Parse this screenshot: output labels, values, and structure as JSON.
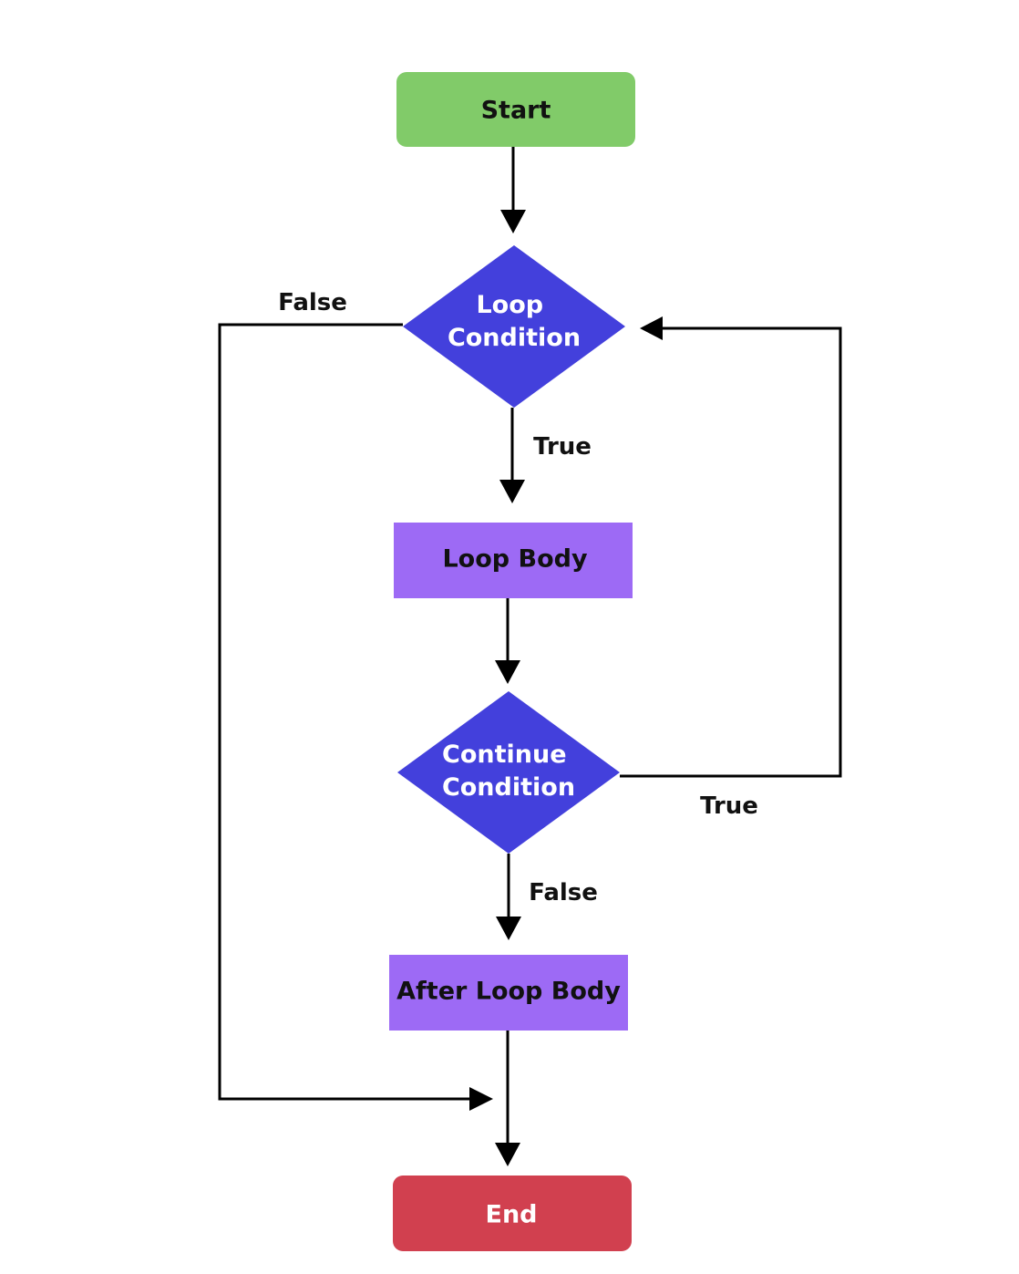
{
  "colors": {
    "start": "#81cb69",
    "decision": "#4340dc",
    "process": "#9d6af5",
    "end": "#d1404f",
    "line": "#000000"
  },
  "nodes": {
    "start": "Start",
    "loop_condition": [
      "Loop",
      "Condition"
    ],
    "loop_body": "Loop Body",
    "continue_condition": [
      "Continue",
      "Condition"
    ],
    "after_loop_body": "After Loop Body",
    "end": "End"
  },
  "edges": {
    "loop_false": "False",
    "loop_true": "True",
    "continue_true": "True",
    "continue_false": "False"
  }
}
